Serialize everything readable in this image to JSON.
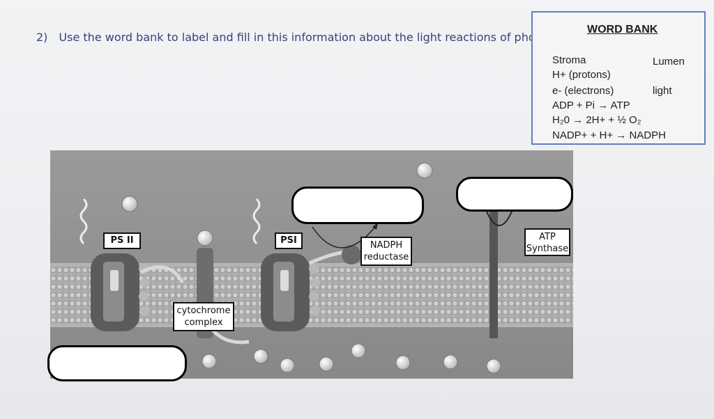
{
  "question": {
    "number": "2)",
    "text": "Use the word bank to label and fill in this information about the light reactions of photosynthesis"
  },
  "word_bank": {
    "title": "WORD BANK",
    "items": [
      "Stroma",
      "Lumen",
      "H+ (protons)",
      "e- (electrons)",
      "light",
      "ADP + Pi → ATP",
      "H₂0 → 2H+ + ½ O₂",
      "NADP+ + H+ → NADPH"
    ]
  },
  "diagram": {
    "labels": {
      "psii": "PS II",
      "psi": "PSI",
      "nadph_reductase": "NADPH reductase",
      "atp_synthase": "ATP Synthase",
      "cytochrome": "cytochrome complex"
    }
  },
  "colors": {
    "question_text": "#3b3f7a",
    "word_bank_border": "#5f7fc0",
    "membrane": "#a9a9a9",
    "background_panel": "#8c8c8c"
  }
}
